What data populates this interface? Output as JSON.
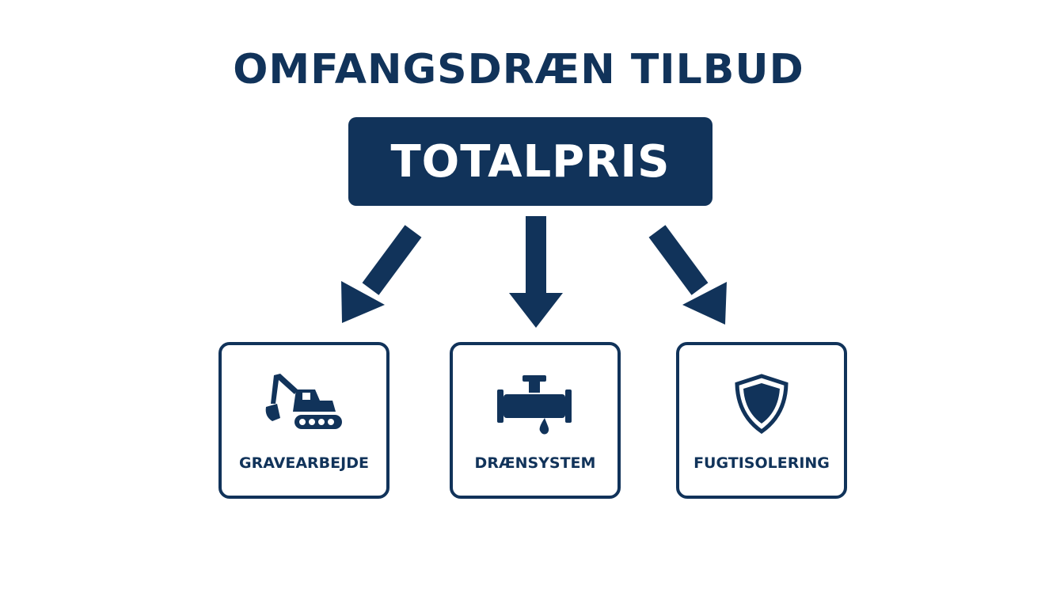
{
  "title": "OMFANGSDRÆN TILBUD",
  "total": {
    "label": "TOTALPRIS"
  },
  "components": [
    {
      "label": "GRAVEARBEJDE",
      "icon": "excavator-icon"
    },
    {
      "label": "DRÆNSYSTEM",
      "icon": "pipe-drop-icon"
    },
    {
      "label": "FUGTISOLERING",
      "icon": "shield-icon"
    }
  ],
  "colors": {
    "primary": "#11335a",
    "background": "#ffffff",
    "text_on_primary": "#ffffff"
  }
}
